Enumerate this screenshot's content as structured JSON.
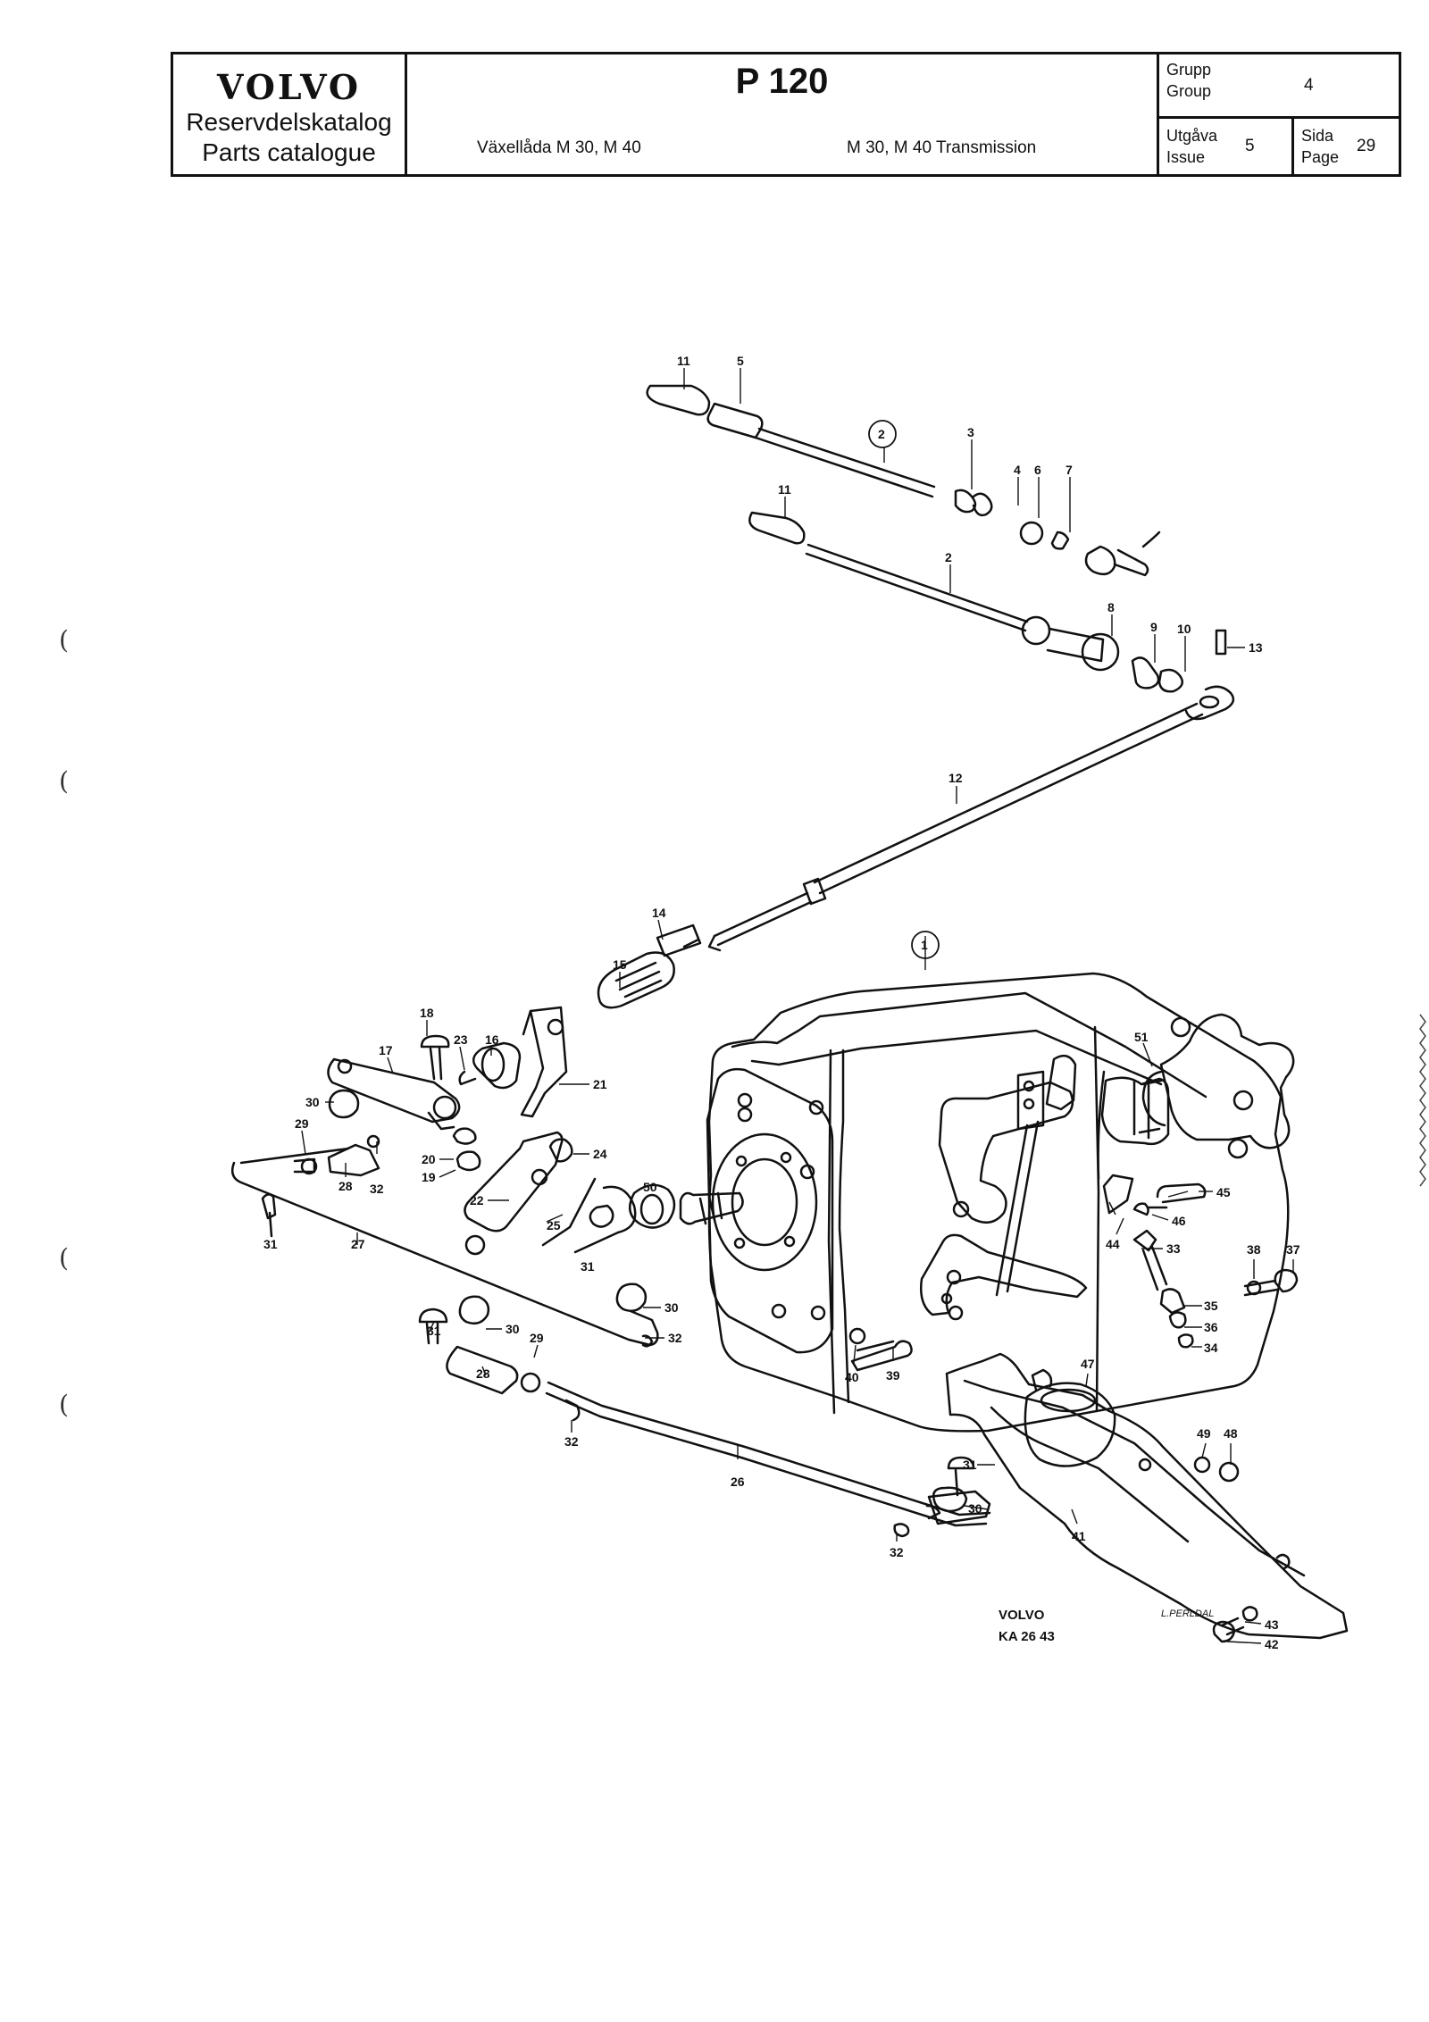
{
  "header": {
    "brand": "VOLVO",
    "catalogue_sv": "Reservdelskatalog",
    "catalogue_en": "Parts catalogue",
    "model": "P 120",
    "title_sv": "Växellåda M 30, M 40",
    "title_en": "M 30, M 40 Transmission",
    "group_label_sv": "Grupp",
    "group_label_en": "Group",
    "group_value": "4",
    "issue_label_sv": "Utgåva",
    "issue_label_en": "Issue",
    "issue_value": "5",
    "page_label_sv": "Sida",
    "page_label_en": "Page",
    "page_value": "29"
  },
  "diagram": {
    "callouts": [
      "1",
      "2",
      "2",
      "3",
      "4",
      "5",
      "6",
      "7",
      "8",
      "9",
      "10",
      "11",
      "11",
      "12",
      "13",
      "14",
      "15",
      "16",
      "17",
      "18",
      "19",
      "20",
      "21",
      "22",
      "23",
      "24",
      "25",
      "26",
      "27",
      "28",
      "28",
      "29",
      "29",
      "30",
      "30",
      "30",
      "30",
      "31",
      "31",
      "31",
      "31",
      "32",
      "32",
      "32",
      "32",
      "33",
      "34",
      "35",
      "36",
      "37",
      "38",
      "39",
      "40",
      "41",
      "42",
      "43",
      "44",
      "45",
      "46",
      "47",
      "48",
      "49",
      "50",
      "51"
    ],
    "signature": "L.PERLDAL",
    "drawing_brand": "VOLVO",
    "drawing_number": "KA 26 43"
  },
  "margin_marks": [
    "(",
    "(",
    "(",
    "("
  ]
}
